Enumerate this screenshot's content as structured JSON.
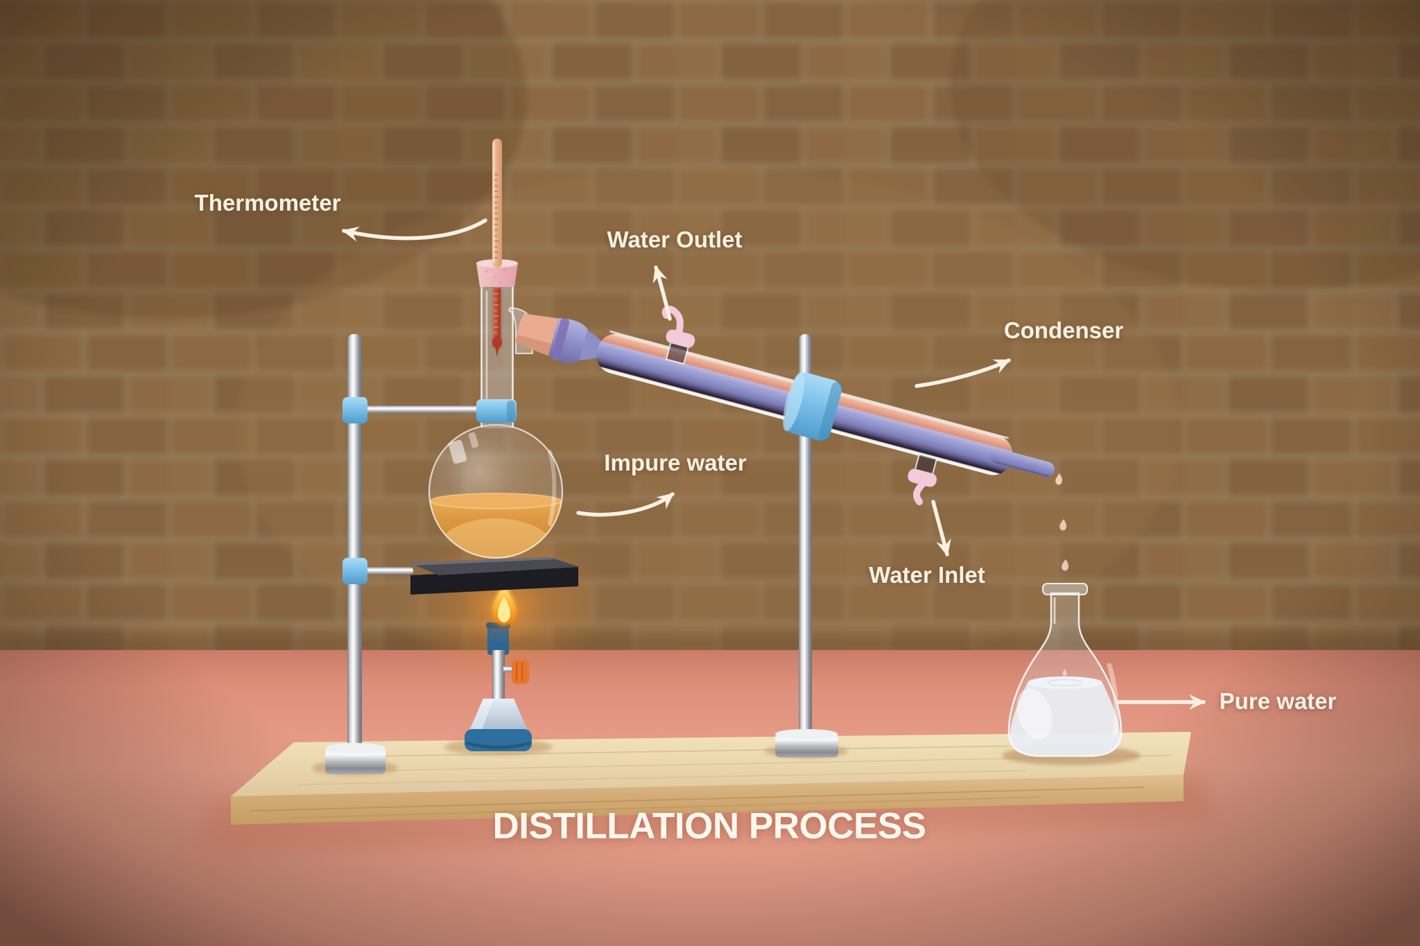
{
  "title": "DISTILLATION PROCESS",
  "labels": {
    "thermometer": "Thermometer",
    "water_outlet": "Water Outlet",
    "condenser": "Condenser",
    "impure_water": "Impure water",
    "water_inlet": "Water Inlet",
    "pure_water": "Pure water"
  },
  "colors": {
    "label_text": "#f8f1e3",
    "title_text": "#fdf8ee",
    "brick_wall": "#8b6942",
    "mortar": "#96815f",
    "floor": "#e59a84",
    "wood_board": "#ead7ae",
    "condenser_jacket": "#8f91cb",
    "condenser_inner_tube": "#e8a68d",
    "clamp_blue": "#7cc0e9",
    "impure_liquid": "#d9913f",
    "pure_liquid": "#eef1f7",
    "burner_body": "#ccd9e5",
    "burner_ring": "#2f6f9f",
    "knob_orange": "#e8762a",
    "flame_orange": "#f07f16",
    "flame_core": "#ffef9e",
    "stopper_pink": "#ecb4b8",
    "port_pink": "#f2cada",
    "metal": "#d7d8dc"
  }
}
